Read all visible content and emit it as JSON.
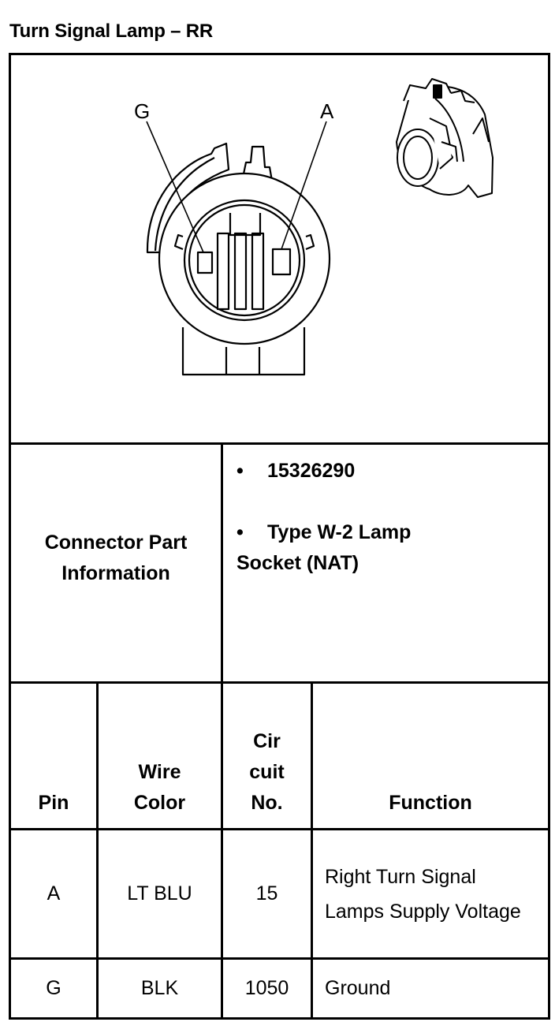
{
  "title": "Turn Signal Lamp – RR",
  "diagram": {
    "pin_labels": [
      "G",
      "A"
    ]
  },
  "connector_info": {
    "label": "Connector Part Information",
    "bullets": [
      "15326290",
      "Type W-2 Lamp Socket (NAT)"
    ]
  },
  "table": {
    "headers": {
      "pin": "Pin",
      "wire_color": "Wire Color",
      "circuit": "Cir cuit No.",
      "function": "Function"
    },
    "rows": [
      {
        "pin": "A",
        "wire_color": "LT BLU",
        "circuit": "15",
        "function": "Right Turn Signal Lamps Supply Voltage"
      },
      {
        "pin": "G",
        "wire_color": "BLK",
        "circuit": "1050",
        "function": "Ground"
      }
    ]
  }
}
